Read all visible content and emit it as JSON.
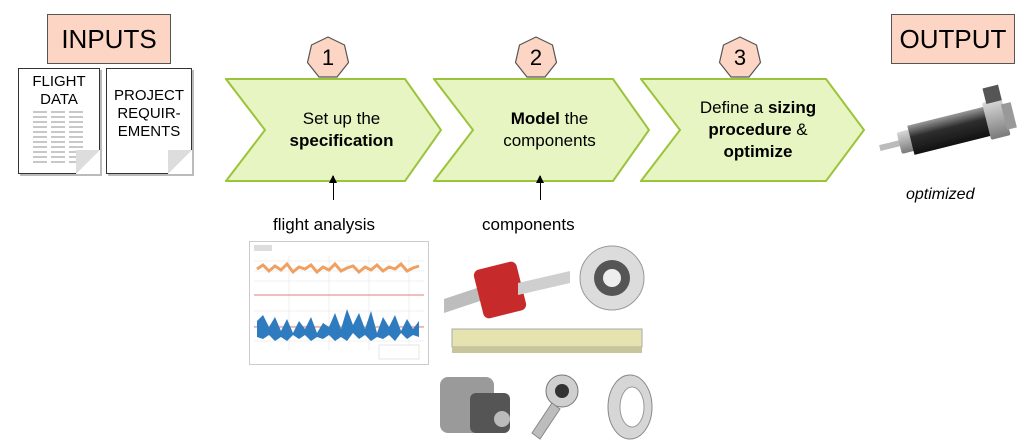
{
  "inputs": {
    "title": "INPUTS",
    "docs": [
      {
        "lines": [
          "FLIGHT",
          "DATA"
        ]
      },
      {
        "lines": [
          "PROJECT",
          "REQUIR-",
          "EMENTS"
        ]
      }
    ]
  },
  "output": {
    "title": "OUTPUT",
    "caption": "optimized"
  },
  "steps": [
    {
      "number": "1",
      "text_pre": "Set up the",
      "text_bold": "specification",
      "text_post": ""
    },
    {
      "number": "2",
      "text_bold": "Model",
      "text_rest": " the",
      "line2": "components"
    },
    {
      "number": "3",
      "line1_pre": "Define a ",
      "line1_bold": "sizing",
      "line2_bold": "procedure",
      "line2_post": " &",
      "line3_bold": "optimize"
    }
  ],
  "below": {
    "flight_label": "flight analysis",
    "components_label": "components"
  },
  "colors": {
    "title_fill": "#fcd5c4",
    "arrow_fill": "#e6f5c2",
    "arrow_stroke": "#9bc43a",
    "heptagon_fill": "#fcd5c4"
  }
}
